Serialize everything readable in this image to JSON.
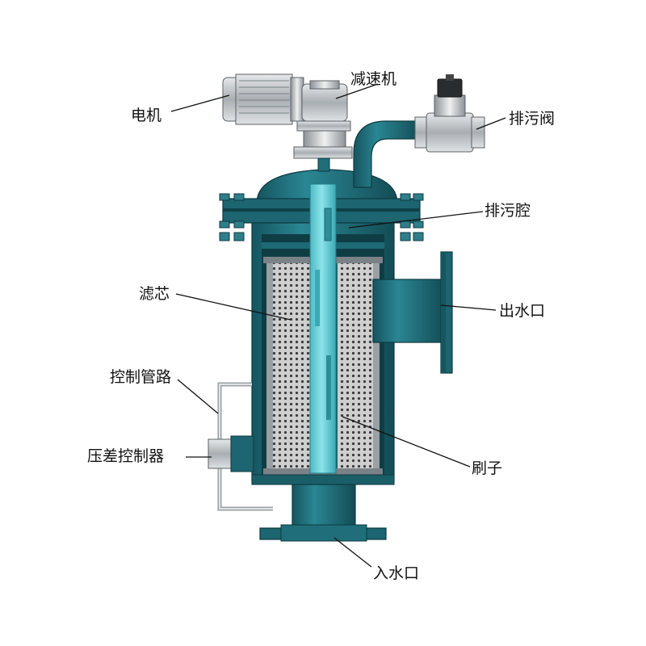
{
  "labels": {
    "motor": "电机",
    "reducer": "减速机",
    "drain_valve": "排污阀",
    "drain_chamber": "排污腔",
    "filter_element": "滤芯",
    "outlet": "出水口",
    "control_pipe": "控制管路",
    "pressure_controller": "压差控制器",
    "brush": "刷子",
    "inlet": "入水口"
  },
  "colors": {
    "body": "#1f6e7a",
    "body_dark": "#124a52",
    "body_light": "#3a93a0",
    "interior": "#0f3d44",
    "shaft": "#6fd3dd",
    "shaft_dark": "#3aa9b5",
    "screen": "#c8c8c8",
    "metal": "#bfc3c6",
    "metal_dark": "#6e7478"
  }
}
